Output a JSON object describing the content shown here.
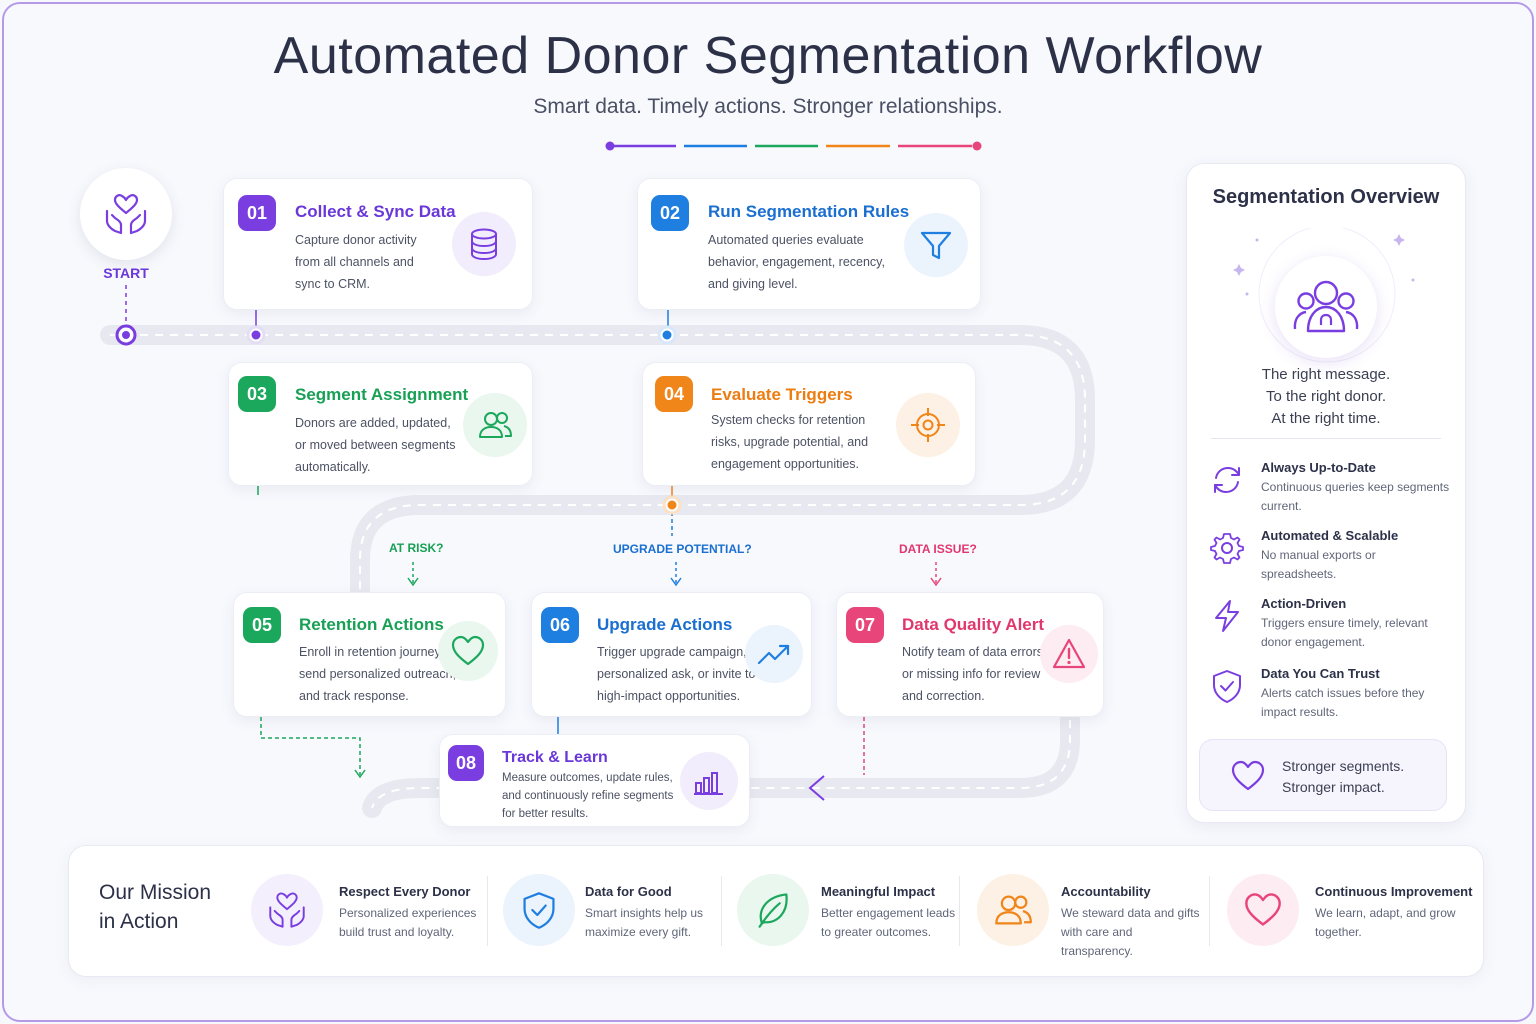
{
  "header": {
    "title": "Automated Donor Segmentation Workflow",
    "subtitle": "Smart data. Timely actions. Stronger relationships.",
    "accent_colors": [
      "#7a3ee0",
      "#1f7fe0",
      "#1ca85c",
      "#f0851a",
      "#e8457a"
    ]
  },
  "start": {
    "label": "START",
    "icon": "heart-hands-icon"
  },
  "steps": [
    {
      "num": "01",
      "title": "Collect & Sync Data",
      "desc": [
        "Capture donor activity",
        "from all channels and",
        "sync to CRM."
      ],
      "color": "#7a3ee0",
      "icon": "database-icon"
    },
    {
      "num": "02",
      "title": "Run Segmentation Rules",
      "desc": [
        "Automated queries evaluate",
        "behavior, engagement, recency,",
        "and giving level."
      ],
      "color": "#1f7fe0",
      "icon": "filter-icon"
    },
    {
      "num": "03",
      "title": "Segment Assignment",
      "desc": [
        "Donors are added, updated,",
        "or moved between segments",
        "automatically."
      ],
      "color": "#1ca85c",
      "icon": "users-icon"
    },
    {
      "num": "04",
      "title": "Evaluate Triggers",
      "desc": [
        "System checks for retention",
        "risks, upgrade potential, and",
        "engagement opportunities."
      ],
      "color": "#f0851a",
      "icon": "target-icon"
    },
    {
      "num": "05",
      "title": "Retention Actions",
      "desc": [
        "Enroll in retention journey,",
        "send personalized outreach,",
        "and track response."
      ],
      "color": "#1ca85c",
      "icon": "heart-icon"
    },
    {
      "num": "06",
      "title": "Upgrade Actions",
      "desc": [
        "Trigger upgrade campaign,",
        "personalized ask, or invite to",
        "high-impact opportunities."
      ],
      "color": "#1f7fe0",
      "icon": "trend-up-icon"
    },
    {
      "num": "07",
      "title": "Data Quality Alert",
      "desc": [
        "Notify team of data errors",
        "or missing info for review",
        "and correction."
      ],
      "color": "#e8457a",
      "icon": "warning-icon"
    },
    {
      "num": "08",
      "title": "Track & Learn",
      "desc": [
        "Measure outcomes, update rules,",
        "and continuously refine segments",
        "for better results."
      ],
      "color": "#7a3ee0",
      "icon": "bar-chart-icon"
    }
  ],
  "questions": {
    "at_risk": "AT RISK?",
    "upgrade": "UPGRADE POTENTIAL?",
    "data_issue": "DATA ISSUE?"
  },
  "overview": {
    "title": "Segmentation Overview",
    "message": [
      "The right message.",
      "To the right donor.",
      "At the right time."
    ],
    "items": [
      {
        "title": "Always Up-to-Date",
        "desc": "Continuous queries keep segments current.",
        "icon": "refresh-icon"
      },
      {
        "title": "Automated & Scalable",
        "desc": "No manual exports or spreadsheets.",
        "icon": "gear-icon"
      },
      {
        "title": "Action-Driven",
        "desc": "Triggers ensure timely, relevant donor engagement.",
        "icon": "lightning-icon"
      },
      {
        "title": "Data You Can Trust",
        "desc": "Alerts catch issues before they impact results.",
        "icon": "shield-check-icon"
      }
    ],
    "footer": [
      "Stronger segments.",
      "Stronger impact."
    ]
  },
  "mission": {
    "title": [
      "Our Mission",
      "in Action"
    ],
    "items": [
      {
        "title": "Respect Every Donor",
        "desc": "Personalized experiences build trust and loyalty.",
        "icon": "heart-hands-icon"
      },
      {
        "title": "Data for Good",
        "desc": "Smart insights help us maximize every gift.",
        "icon": "shield-check-icon"
      },
      {
        "title": "Meaningful Impact",
        "desc": "Better engagement leads to greater outcomes.",
        "icon": "leaf-icon"
      },
      {
        "title": "Accountability",
        "desc": "We steward data and gifts with care and transparency.",
        "icon": "users-icon"
      },
      {
        "title": "Continuous Improvement",
        "desc": "We learn, adapt, and grow together.",
        "icon": "heart-icon"
      }
    ]
  }
}
